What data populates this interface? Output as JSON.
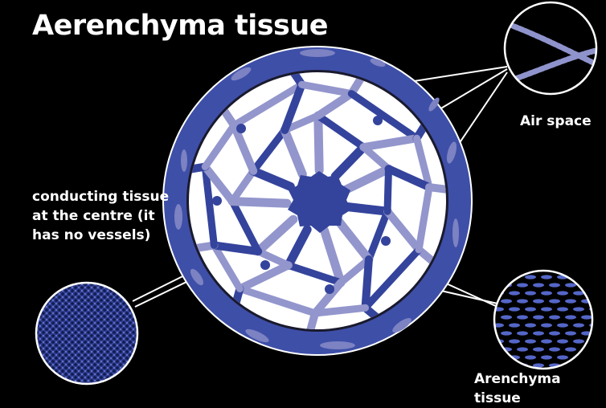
{
  "title": "Aerenchyma tissue",
  "labels": {
    "air_space": "Air space",
    "conducting": "conducting tissue at the centre (it has no vessels)",
    "arenchyma": "Arenchyma tissue"
  },
  "colors": {
    "background": "#000000",
    "outer_ring": "#3e4fa8",
    "ring_patch": "#7c82c2",
    "cell_wall_dark": "#34449c",
    "cell_wall_light": "#9396cc",
    "air_space": "#ffffff",
    "lines": "#ffffff"
  }
}
